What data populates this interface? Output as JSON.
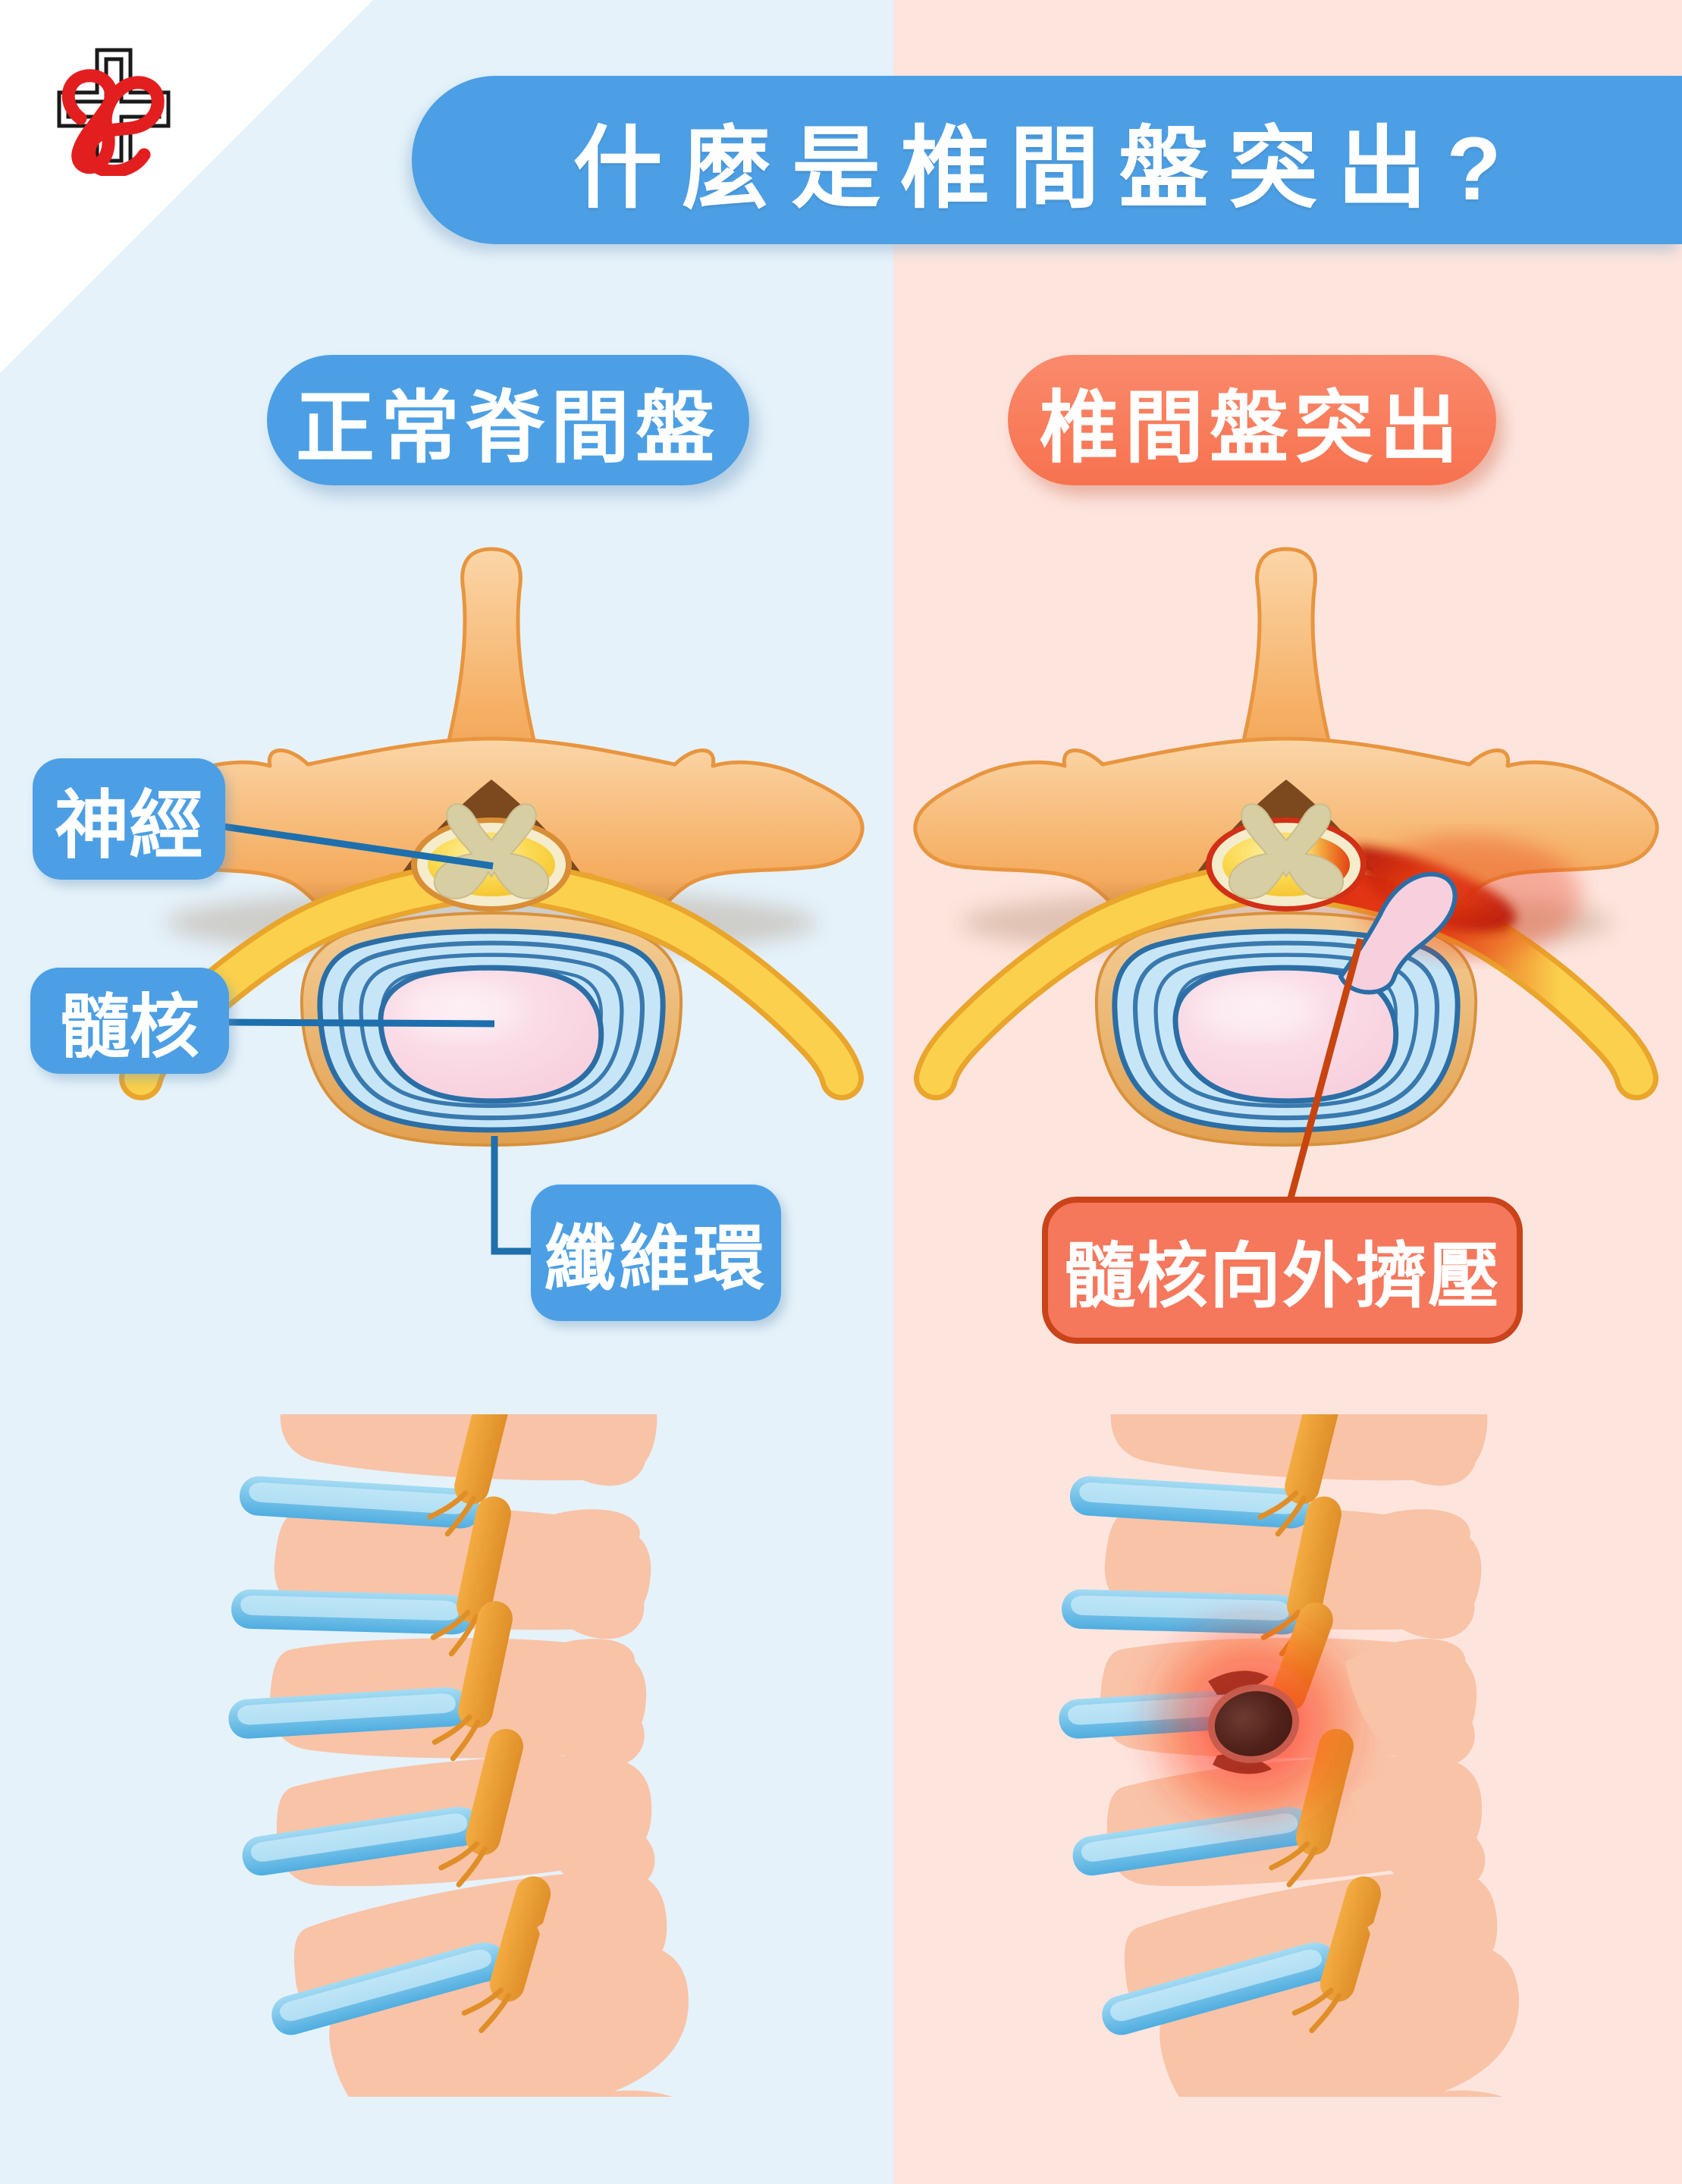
{
  "page": {
    "title": "什麼是椎間盤突出?"
  },
  "logo": {
    "name": "hospital-cross-logo",
    "cross_color": "#FFFFFF",
    "outline_color": "#1A1A1A",
    "ribbon_color": "#E31E1F"
  },
  "panels": {
    "left": {
      "label": "正常脊間盤",
      "background": "#E5F2FA",
      "pill_color": "#4C9FE4"
    },
    "right": {
      "label": "椎間盤突出",
      "background": "#FDE5DE",
      "pill_color": "#F7724F"
    }
  },
  "annotations": {
    "nerve": {
      "label": "神經",
      "line_color": "#1D6FAD"
    },
    "nucleus": {
      "label": "髓核",
      "line_color": "#1D6FAD"
    },
    "annulus": {
      "label": "纖維環",
      "line_color": "#1D6FAD"
    },
    "squeeze": {
      "label": "髓核向外擠壓",
      "line_color": "#C7440F"
    }
  },
  "colors": {
    "title_banner": "#4C9FE4",
    "blue_accent": "#4C9FE4",
    "salmon_accent": "#F7724F",
    "bone": "#F5B878",
    "nerve_yellow": "#FBD04C",
    "disc_annulus_blue": "#C6E6F8",
    "nucleus_pink": "#F8CFDD",
    "inflammation_red": "#E03212",
    "spine_body_peach": "#F9C3A7",
    "spine_disc_blue": "#5FB9E5"
  }
}
